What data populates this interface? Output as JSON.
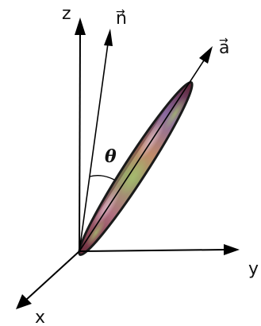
{
  "diagram": {
    "axes": {
      "z": "z",
      "y": "y",
      "x": "x"
    },
    "vectors": {
      "n": "n",
      "a": "a",
      "arrow_glyph": "→"
    },
    "angle": "θ",
    "colors": {
      "line": "#000000",
      "ellipsoid_outline": "#1a1a1a",
      "ellipsoid_fill": "#9a5a6e"
    }
  }
}
